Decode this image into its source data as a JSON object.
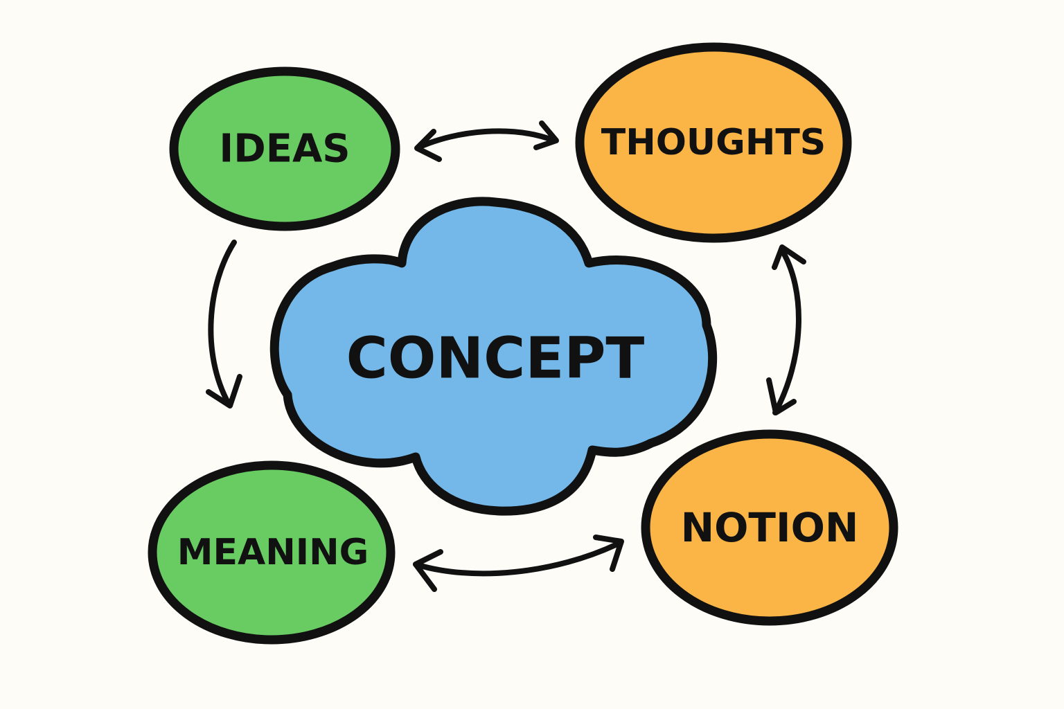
{
  "diagram": {
    "center": {
      "label": "CONCEPT",
      "shape": "cloud",
      "fill": "#73b8e8"
    },
    "nodes": [
      {
        "id": "ideas",
        "label": "IDEAS",
        "shape": "ellipse",
        "fill": "#68cc62"
      },
      {
        "id": "thoughts",
        "label": "THOUGHTS",
        "shape": "ellipse",
        "fill": "#fbb547"
      },
      {
        "id": "meaning",
        "label": "MEANING",
        "shape": "ellipse",
        "fill": "#68cc62"
      },
      {
        "id": "notion",
        "label": "NOTION",
        "shape": "ellipse",
        "fill": "#fbb547"
      }
    ],
    "connections": [
      {
        "from": "ideas",
        "to": "thoughts",
        "direction": "both"
      },
      {
        "from": "ideas",
        "to": "meaning",
        "direction": "forward"
      },
      {
        "from": "thoughts",
        "to": "notion",
        "direction": "both"
      },
      {
        "from": "meaning",
        "to": "notion",
        "direction": "both"
      }
    ],
    "outline_color": "#111111",
    "background_color": "#fdfcf7"
  }
}
